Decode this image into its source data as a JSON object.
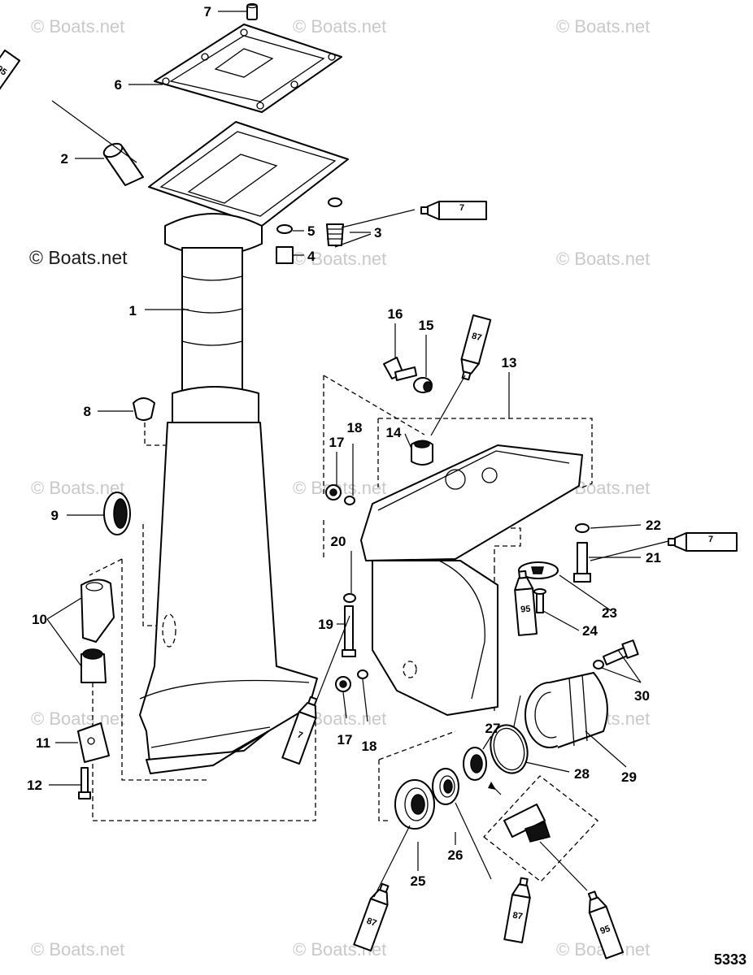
{
  "watermark": {
    "text": "© Boats.net",
    "prominent_text": "© Boats.net",
    "color": "#c9c9c9"
  },
  "diagram_id": "5333",
  "callouts": [
    "1",
    "2",
    "3",
    "4",
    "5",
    "6",
    "7",
    "8",
    "9",
    "10",
    "11",
    "12",
    "13",
    "14",
    "15",
    "16",
    "17",
    "18",
    "19",
    "20",
    "21",
    "22",
    "23",
    "24",
    "25",
    "26",
    "27",
    "28",
    "29",
    "30"
  ],
  "repeat_callouts": {
    "c17b": "17",
    "c18b": "18"
  },
  "sealant_tubes": [
    "95",
    "7",
    "87",
    "7",
    "7",
    "95",
    "87",
    "87",
    "95"
  ]
}
